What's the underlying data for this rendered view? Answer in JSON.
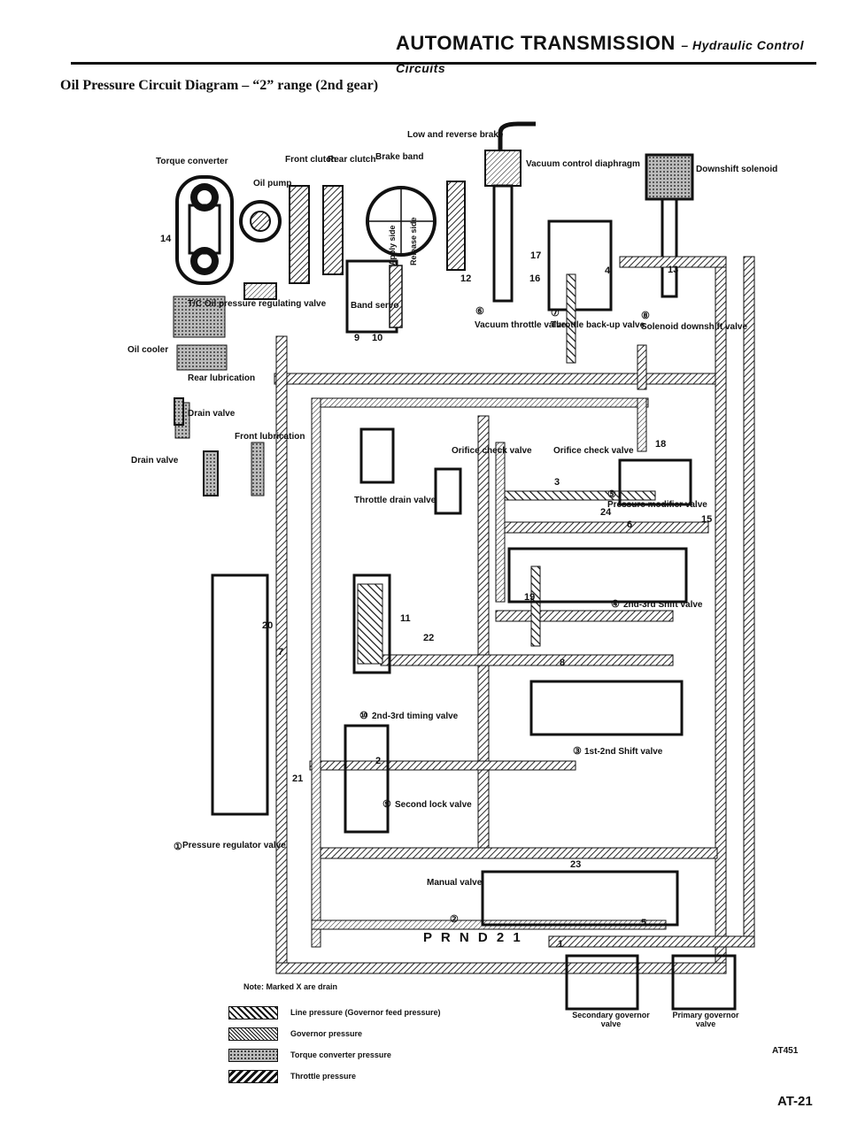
{
  "header": {
    "title": "AUTOMATIC TRANSMISSION",
    "subtitle": "– Hydraulic Control Circuits"
  },
  "diagram_title": "Oil Pressure Circuit Diagram – “2” range (2nd gear)",
  "labels": {
    "torque_converter": "Torque converter",
    "front_clutch": "Front clutch",
    "rear_clutch": "Rear clutch",
    "brake_band": "Brake band",
    "low_reverse_brake": "Low and reverse brake",
    "oil_pump": "Oil pump",
    "vacuum_control_diaphragm": "Vacuum control diaphragm",
    "downshift_solenoid": "Downshift solenoid",
    "tc_oil_pressure_regulating_valve": "T/C Oil pressure regulating valve",
    "band_servo": "Band servo",
    "apply_side": "Apply side",
    "release_side": "Release side",
    "vacuum_throttle_valve": "Vacuum throttle valve",
    "throttle_backup_valve": "Throttle back-up valve",
    "solenoid_downshift_valve": "Solenoid downshift valve",
    "oil_cooler": "Oil cooler",
    "rear_lubrication": "Rear lubrication",
    "drain_valve_upper": "Drain valve",
    "front_lubrication": "Front lubrication",
    "drain_valve_lower": "Drain valve",
    "throttle_drain_valve": "Throttle drain valve",
    "orifice_check_valve_1": "Orifice check valve",
    "orifice_check_valve_2": "Orifice check valve",
    "pressure_modifier_valve": "Pressure modifier valve",
    "shift_2nd_3rd_valve": "2nd-3rd Shift valve",
    "timing_2nd_3rd_valve": "2nd-3rd timing valve",
    "shift_1st_2nd_valve": "1st-2nd Shift valve",
    "second_lock_valve": "Second lock valve",
    "pressure_regulator_valve": "Pressure regulator valve",
    "manual_valve": "Manual valve",
    "prnd": "P R N D 2 1",
    "secondary_governor_valve": "Secondary governor valve",
    "primary_governor_valve": "Primary governor valve"
  },
  "circled_numbers": [
    "①",
    "②",
    "③",
    "④",
    "⑤",
    "⑥",
    "⑦",
    "⑧",
    "⑨",
    "⑩"
  ],
  "port_numbers": [
    "14",
    "17",
    "16",
    "12",
    "4",
    "13",
    "9",
    "10",
    "18",
    "3",
    "24",
    "15",
    "6",
    "19",
    "22",
    "11",
    "8",
    "20",
    "7",
    "21",
    "2",
    "23",
    "5",
    "1"
  ],
  "note": "Note: Marked X are drain",
  "legend": [
    {
      "label": "Line pressure (Governor feed pressure)",
      "pattern": "line"
    },
    {
      "label": "Governor pressure",
      "pattern": "governor"
    },
    {
      "label": "Torque converter pressure",
      "pattern": "converter"
    },
    {
      "label": "Throttle pressure",
      "pattern": "throttle"
    }
  ],
  "figure_code": "AT451",
  "page_number": "AT-21"
}
